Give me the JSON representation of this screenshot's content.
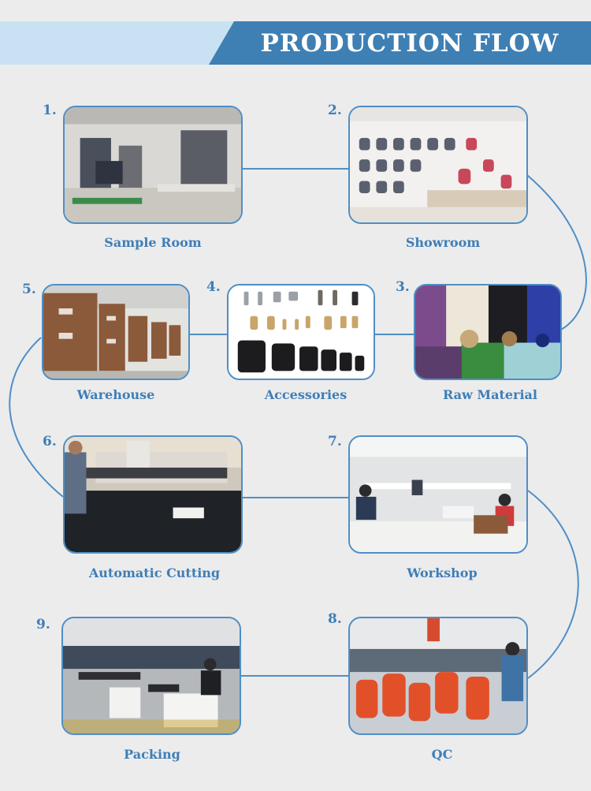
{
  "header": {
    "title": "PRODUCTION FLOW"
  },
  "steps": [
    {
      "number": "1.",
      "label": "Sample Room"
    },
    {
      "number": "2.",
      "label": "Showroom"
    },
    {
      "number": "3.",
      "label": "Raw Material"
    },
    {
      "number": "4.",
      "label": "Accessories"
    },
    {
      "number": "5.",
      "label": "Warehouse"
    },
    {
      "number": "6.",
      "label": "Automatic Cutting"
    },
    {
      "number": "7.",
      "label": "Workshop"
    },
    {
      "number": "8.",
      "label": "QC"
    },
    {
      "number": "9.",
      "label": "Packing"
    }
  ],
  "colors": {
    "accent": "#3f7eb6",
    "banner_dark": "#3e7fb4",
    "banner_light": "#c8e2f3",
    "background": "#ececed"
  }
}
